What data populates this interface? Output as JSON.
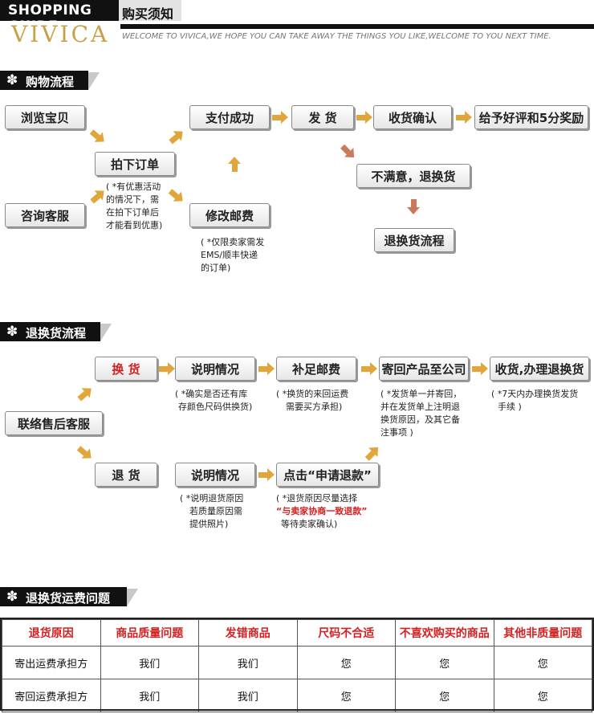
{
  "header": {
    "guide_label": "SHOPPING GUIDE",
    "guide_cn": "购买须知",
    "brand": "VIVICA",
    "tagline": "WELCOME TO VIVICA,WE HOPE YOU CAN TAKE AWAY THE THINGS YOU LIKE,WELCOME TO YOU NEXT TIME."
  },
  "colors": {
    "accent_arrow": "#e0a63c",
    "return_arrow": "#c97a5a",
    "highlight_red": "#d42020",
    "logo_gold": "#c9a04a"
  },
  "section1": {
    "title": "购物流程",
    "boxes": {
      "browse": "浏览宝贝",
      "consult": "咨询客服",
      "order": "拍下订单",
      "pay": "支付成功",
      "ship": "发 货",
      "confirm": "收货确认",
      "review": "给予好评和5分奖励",
      "modify_fee": "修改邮费",
      "unsatisfied": "不满意，退换货",
      "return_flow": "退换货流程"
    },
    "note_discount": [
      "( *有优惠活动",
      "的情况下，需",
      "在拍下订单后",
      "才能看到优惠)"
    ],
    "note_ems": [
      "( *仅限卖家需发",
      "EMS/顺丰快递",
      "的订单)"
    ]
  },
  "section2": {
    "title": "退换货流程",
    "boxes": {
      "service": "联络售后客服",
      "exchange": "换 货",
      "refund": "退 货",
      "explain1": "说明情况",
      "explain2": "说明情况",
      "postage": "补足邮费",
      "apply_refund": "点击“申请退款”",
      "send_back": "寄回产品至公司",
      "receive": "收货,办理退换货"
    },
    "note_stock": [
      "( *确实是否还有库",
      "存颜色尺码供换货)"
    ],
    "note_postage": [
      "( *换货的来回运费",
      "需要买方承担)"
    ],
    "note_sendback": [
      "( *发货单一并寄回，",
      "并在发货单上注明退",
      "换货原因，及其它备",
      "注事项 )"
    ],
    "note_7days": [
      "( *7天内办理换货发货",
      "手续 )"
    ],
    "note_reason": [
      "( *说明退货原因",
      "若质量原因需",
      "提供照片)"
    ],
    "note_refund": [
      "( *退货原因尽量选择",
      "“与卖家协商一致退款”",
      "等待卖家确认)"
    ]
  },
  "section3": {
    "title": "退换货运费问题",
    "headers": [
      "退货原因",
      "商品质量问题",
      "发错商品",
      "尺码不合适",
      "不喜欢购买的商品",
      "其他非质量问题"
    ],
    "rows": [
      [
        "寄出运费承担方",
        "我们",
        "我们",
        "您",
        "您",
        "您"
      ],
      [
        "寄回运费承担方",
        "我们",
        "我们",
        "您",
        "您",
        "您"
      ]
    ]
  }
}
